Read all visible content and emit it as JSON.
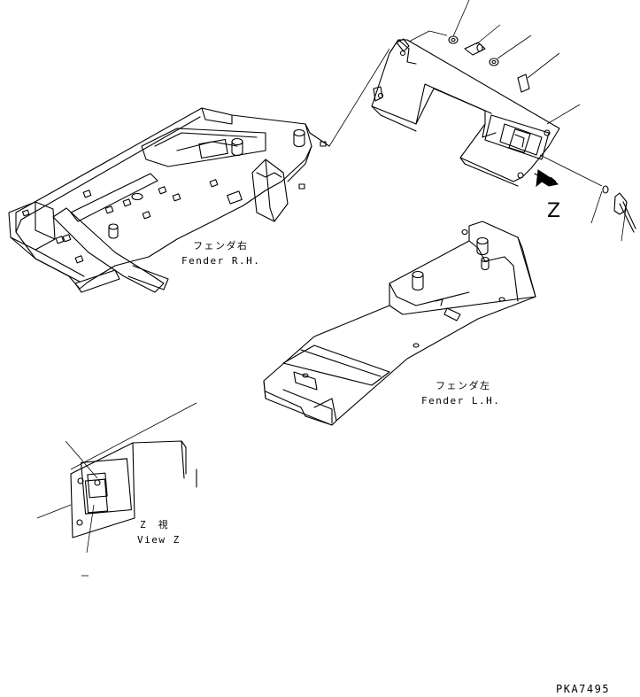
{
  "labels": {
    "fender_rh_jp": "フェンダ右",
    "fender_rh_en": "Fender R.H.",
    "fender_lh_jp": "フェンダ左",
    "fender_lh_en": "Fender L.H.",
    "view_marker": "Z",
    "view_z_jp": "Z　視",
    "view_z_en": "View Z",
    "drawing_code": "PKA7495"
  }
}
